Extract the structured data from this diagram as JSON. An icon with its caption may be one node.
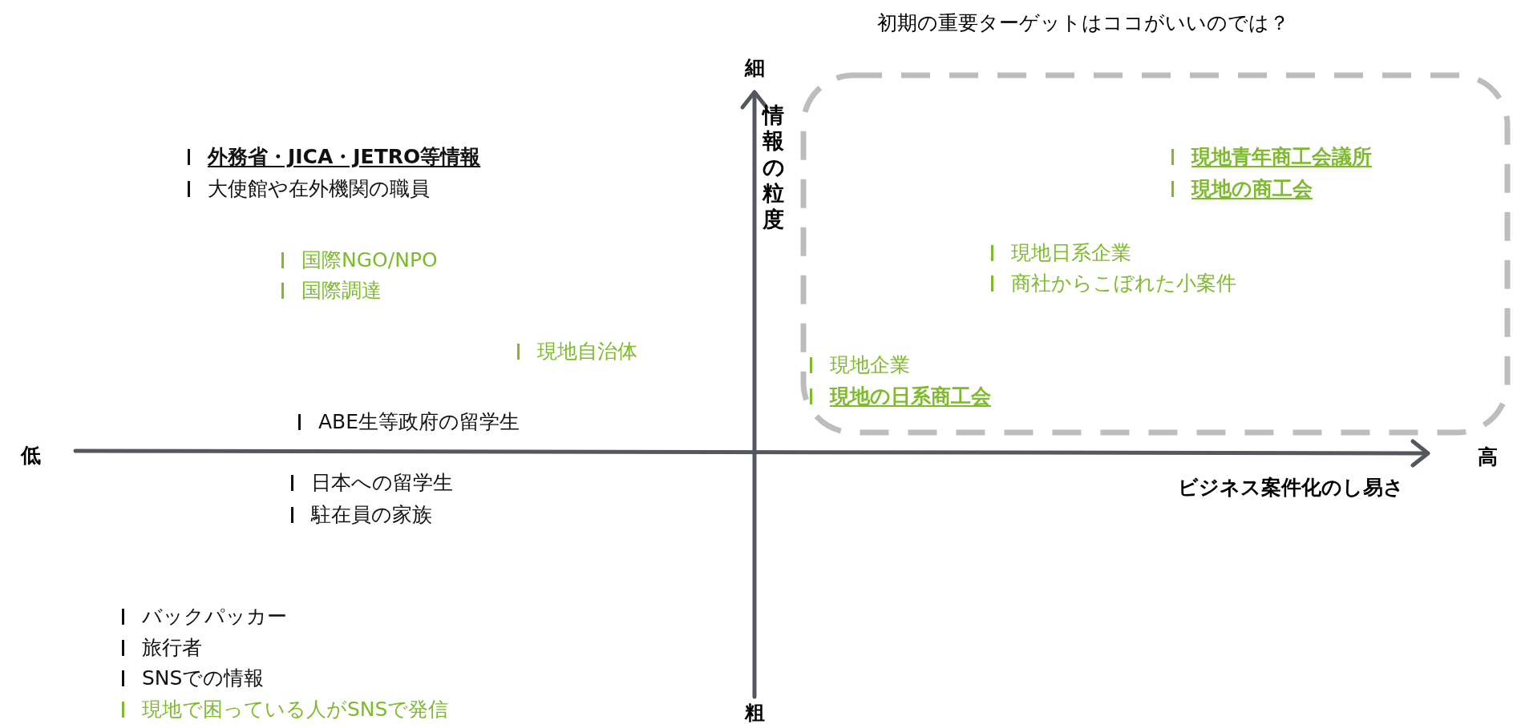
{
  "diagram": {
    "nodes": [
      {
        "text": [
          "初期の重要ターゲットはココがいいのでは？"
        ]
      }
    ],
    "labels": [
      "細",
      "情報の粒度",
      "外務省・JICA・JETRO等情報",
      "大使館や在外機関の職員",
      "現地青年商工会議所",
      "現地の商工会",
      "国際NGO/NPO",
      "国際調達",
      "現地日系企業",
      "商社からこぼれた小案件",
      "現地自治体",
      "現地企業",
      "現地の日系商工会",
      "ABE生等政府の留学生",
      "低",
      "高",
      "日本への留学生",
      "ビジネス案件化のし易さ",
      "駐在員の家族",
      "バックパッカー",
      "旅行者",
      "SNSでの情報",
      "現地で困っている人がSNSで発信",
      "粗"
    ]
  }
}
